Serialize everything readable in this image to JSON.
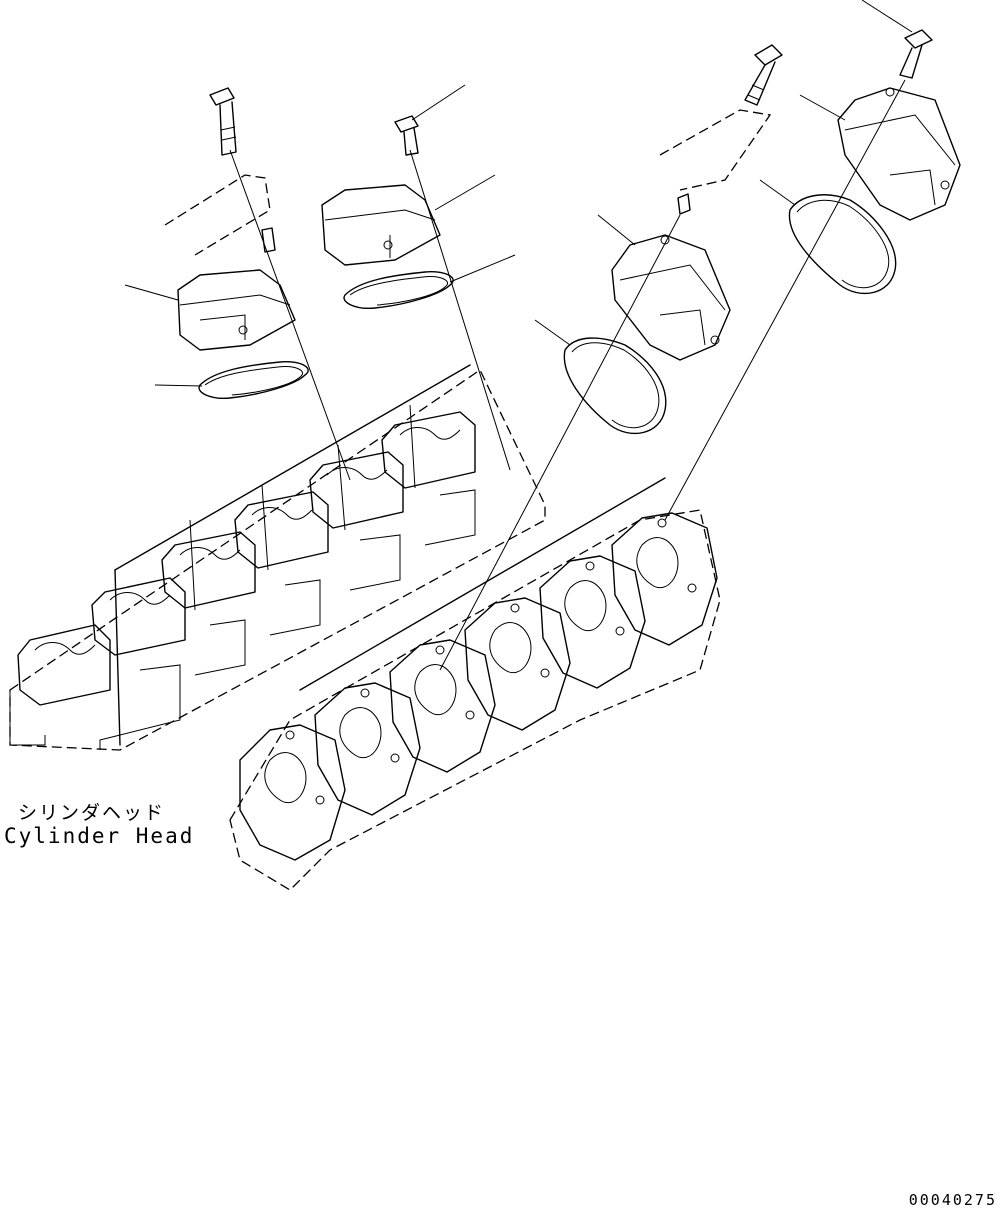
{
  "labels": {
    "part_name_jp": "シリンダヘッド",
    "part_name_en": "Cylinder Head"
  },
  "drawing_number": "00040275",
  "colors": {
    "line": "#000000",
    "background": "#ffffff"
  }
}
